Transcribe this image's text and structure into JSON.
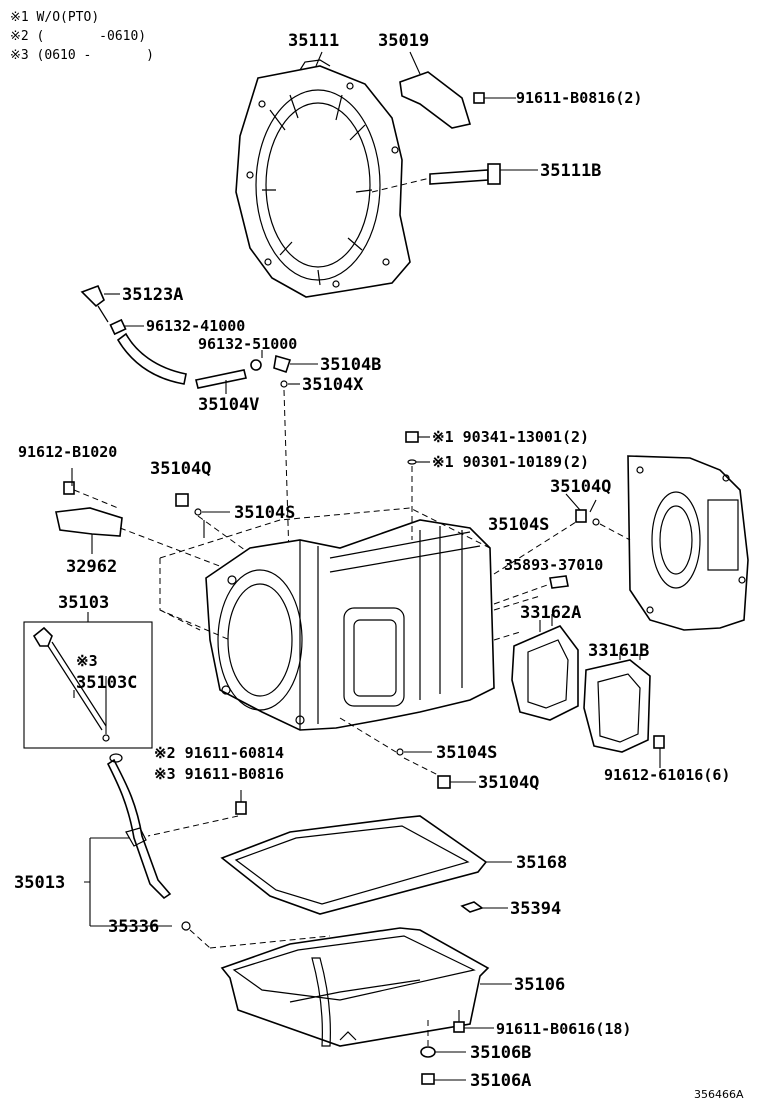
{
  "notes": [
    "※1 W/O(PTO)",
    "※2 (       -0610)",
    "※3 (0610 -       )"
  ],
  "labels": {
    "p35111": "35111",
    "p35019": "35019",
    "p91611_B0816_2": "91611-B0816(2)",
    "p35111B": "35111B",
    "p35123A": "35123A",
    "p96132_41000": "96132-41000",
    "p96132_51000": "96132-51000",
    "p35104B": "35104B",
    "p35104X": "35104X",
    "p35104V": "35104V",
    "p91612_B1020": "91612-B1020",
    "p35104Q_a": "35104Q",
    "p35104S_a": "35104S",
    "p32962": "32962",
    "p90341": "※1 90341-13001(2)",
    "p90301": "※1 90301-10189(2)",
    "p35104Q_b": "35104Q",
    "p35104S_b": "35104S",
    "p35893": "35893-37010",
    "p33162A": "33162A",
    "p33161B": "33161B",
    "p91612_61016": "91612-61016(6)",
    "p35103": "35103",
    "p35103C_note": "※3",
    "p35103C": "35103C",
    "p91611_60814": "※2 91611-60814",
    "p91611_B0816": "※3 91611-B0816",
    "p35104S_c": "35104S",
    "p35104Q_c": "35104Q",
    "p35013": "35013",
    "p35168": "35168",
    "p35394": "35394",
    "p35336": "35336",
    "p35106": "35106",
    "p91611_B0616": "91611-B0616(18)",
    "p35106B": "35106B",
    "p35106A": "35106A",
    "ref": "356466A"
  }
}
